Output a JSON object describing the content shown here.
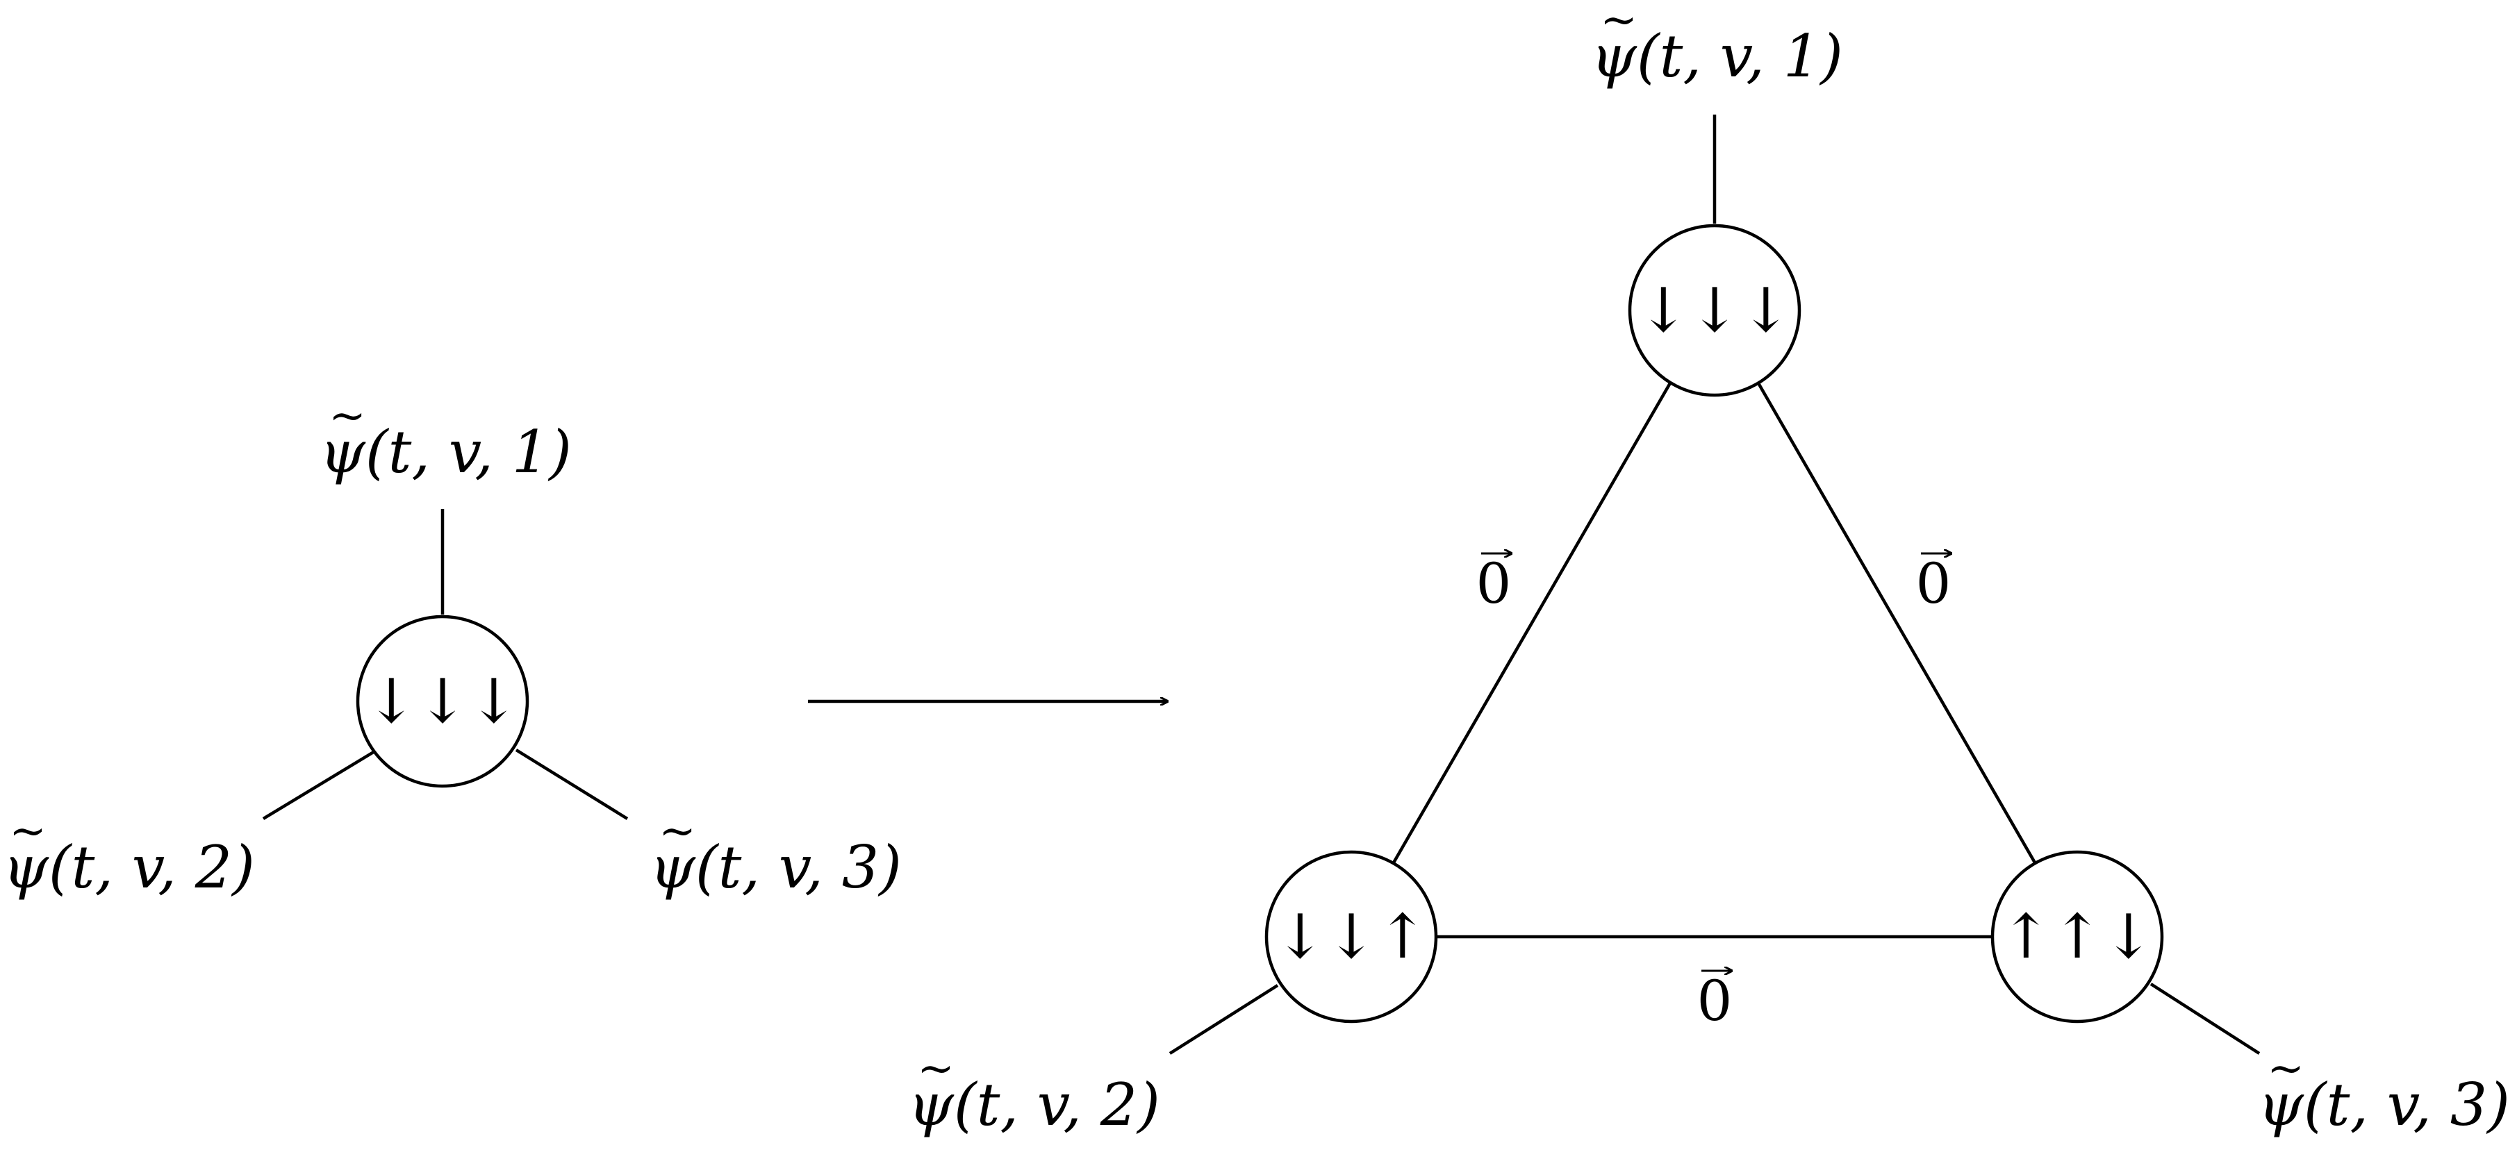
{
  "left_diagram": {
    "node": {
      "spin": "↓↓↓"
    },
    "legs": [
      {
        "label": "ψ(t, v, 1)"
      },
      {
        "label": "ψ(t, v, 2)"
      },
      {
        "label": "ψ(t, v, 3)"
      }
    ]
  },
  "right_diagram": {
    "nodes": [
      {
        "spin": "↓↓↓"
      },
      {
        "spin": "↓↓↑"
      },
      {
        "spin": "↑↑↓"
      }
    ],
    "edges": [
      {
        "label": "0"
      },
      {
        "label": "0"
      },
      {
        "label": "0"
      }
    ],
    "legs": [
      {
        "label": "ψ(t, v, 1)"
      },
      {
        "label": "ψ(t, v, 2)"
      },
      {
        "label": "ψ(t, v, 3)"
      }
    ]
  },
  "colors": {
    "stroke": "#000000",
    "background": "#ffffff"
  }
}
